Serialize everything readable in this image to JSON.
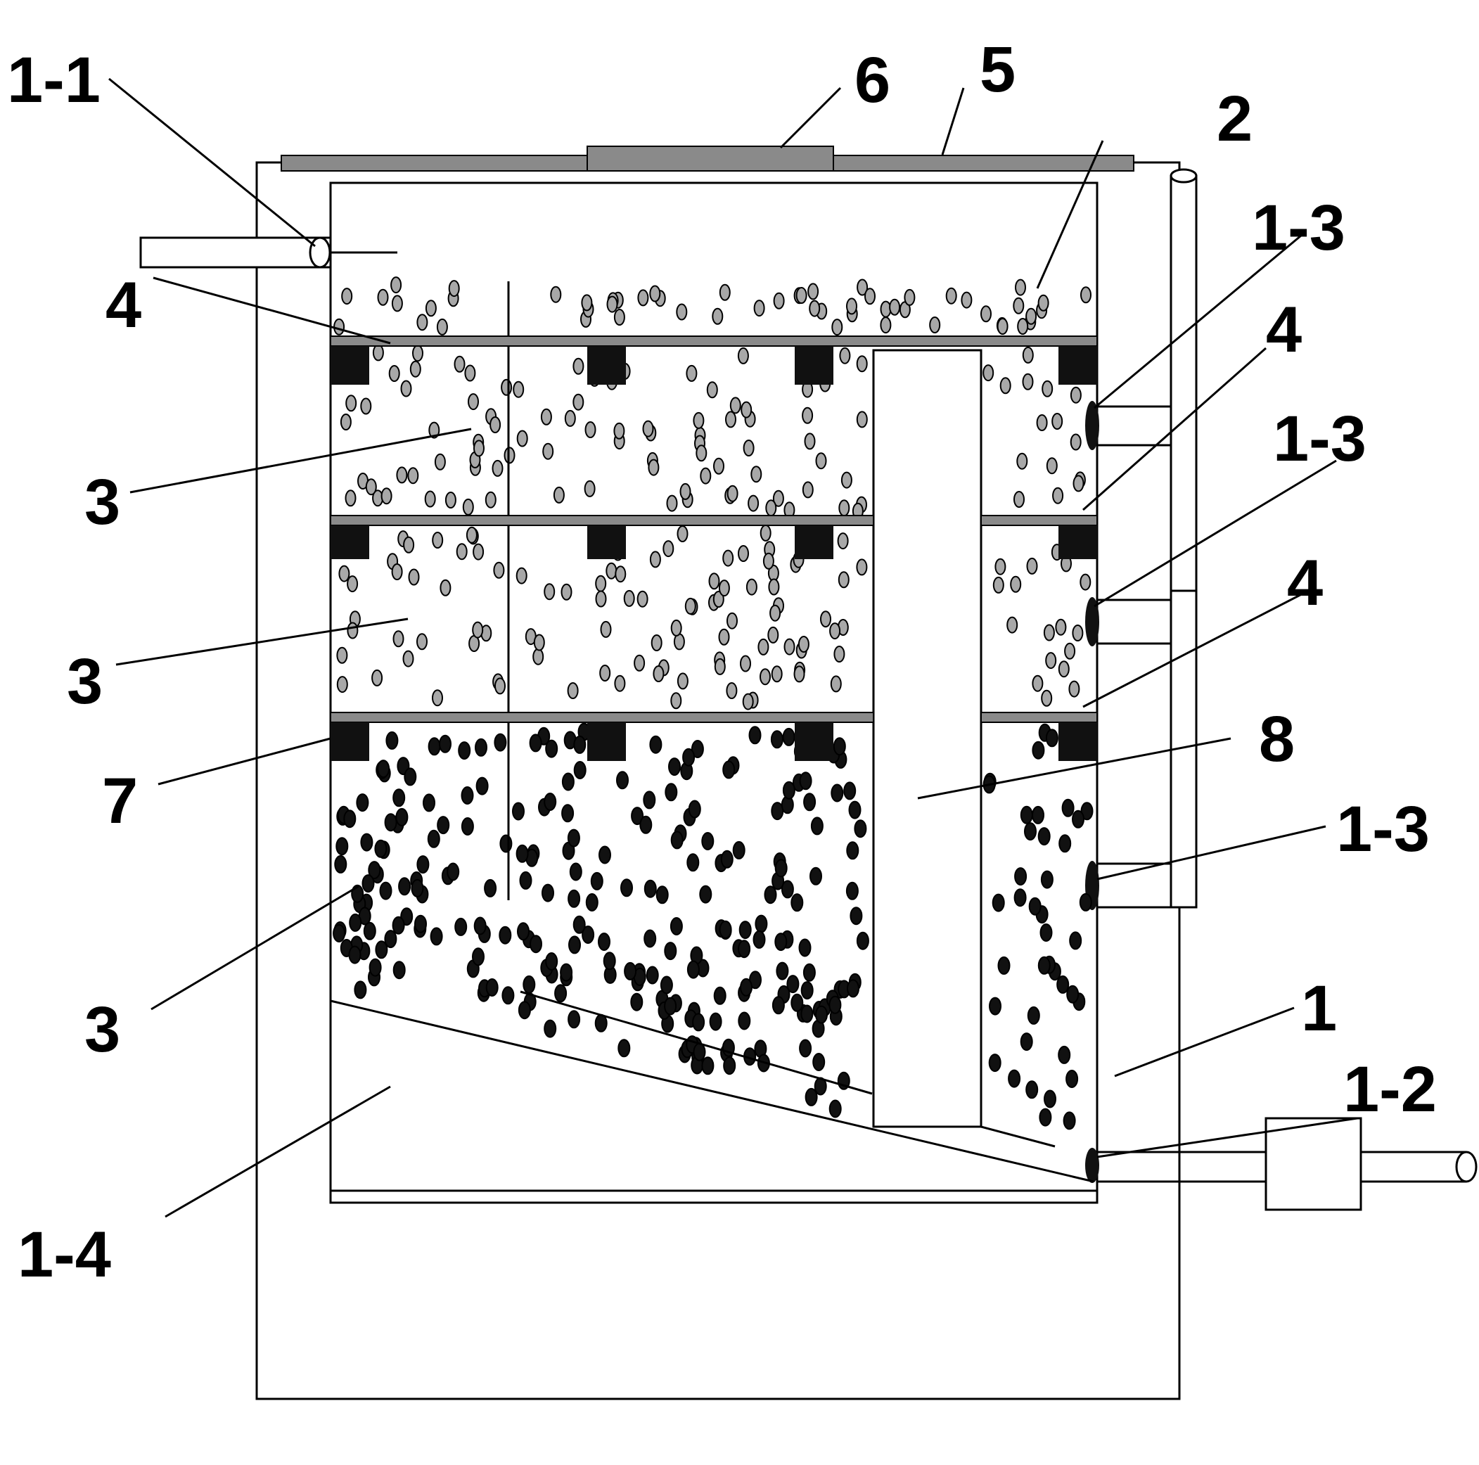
{
  "diagram": {
    "labels": [
      {
        "id": "lbl-1-1",
        "text": "1-1"
      },
      {
        "id": "lbl-6",
        "text": "6"
      },
      {
        "id": "lbl-5",
        "text": "5"
      },
      {
        "id": "lbl-2",
        "text": "2"
      },
      {
        "id": "lbl-1-3a",
        "text": "1-3"
      },
      {
        "id": "lbl-4a",
        "text": "4"
      },
      {
        "id": "lbl-4b",
        "text": "4"
      },
      {
        "id": "lbl-1-3b",
        "text": "1-3"
      },
      {
        "id": "lbl-3a",
        "text": "3"
      },
      {
        "id": "lbl-4c",
        "text": "4"
      },
      {
        "id": "lbl-3b",
        "text": "3"
      },
      {
        "id": "lbl-8",
        "text": "8"
      },
      {
        "id": "lbl-7",
        "text": "7"
      },
      {
        "id": "lbl-1-3c",
        "text": "1-3"
      },
      {
        "id": "lbl-3c",
        "text": "3"
      },
      {
        "id": "lbl-1",
        "text": "1"
      },
      {
        "id": "lbl-1-2",
        "text": "1-2"
      },
      {
        "id": "lbl-1-4",
        "text": "1-4"
      }
    ],
    "colors": {
      "stroke": "#000000",
      "plate": "#8a8a8a",
      "light_particle": "#a8a8a8",
      "dark_particle": "#111111",
      "block": "#111111",
      "background": "#ffffff"
    }
  }
}
